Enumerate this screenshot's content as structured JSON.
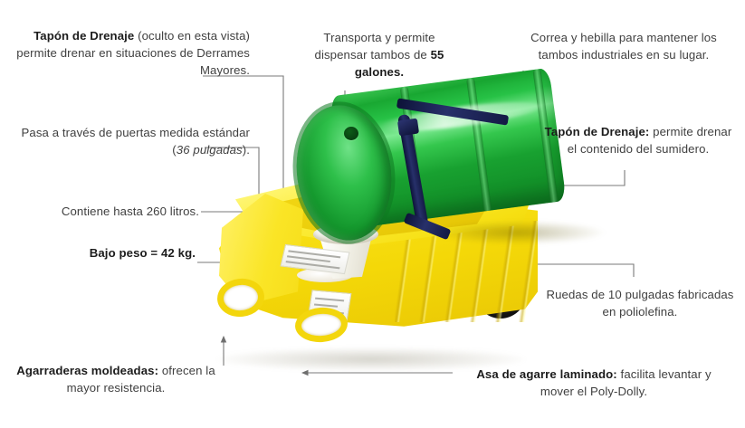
{
  "product": {
    "name": "Poly-Dolly",
    "drum_color": "#22bb3c",
    "cart_color": "#f7e416",
    "strap_color": "#171d49",
    "wheel_color": "#141414",
    "funnel_color": "#f1ece0"
  },
  "callouts": [
    {
      "id": "drain-plug-hidden",
      "bold": "Tapón de Drenaje",
      "rest": " (oculto en esta vista) permite drenar en situaciones de Derrames Mayores."
    },
    {
      "id": "doorway-clearance",
      "pre": "Pasa a través de puertas medida estándar (",
      "italic": "36 pulgadas",
      "post": ")."
    },
    {
      "id": "capacity-liters",
      "text": "Contiene hasta 260 litros."
    },
    {
      "id": "low-weight",
      "bold": "Bajo peso = 42 kg."
    },
    {
      "id": "molded-handles",
      "bold": "Agarraderas moldeadas:",
      "rest": " ofrecen la mayor resistencia."
    },
    {
      "id": "transport-dispense",
      "pre": "Transporta y permite dispensar tambos de ",
      "bold": "55 galones."
    },
    {
      "id": "strap-buckle",
      "text": "Correa y hebilla para mantener los tambos industriales en su lugar."
    },
    {
      "id": "sump-drain-plug",
      "bold": "Tapón de Drenaje:",
      "rest": " permite drenar el contenido del sumidero."
    },
    {
      "id": "wheels",
      "text": "Ruedas de 10 pulgadas fabricadas en poliolefina."
    },
    {
      "id": "laminated-grip-handle",
      "bold": "Asa de agarre laminado:",
      "rest": " facilita levantar y mover el Poly-Dolly."
    }
  ],
  "leader_line_color": "#7a7a7a"
}
